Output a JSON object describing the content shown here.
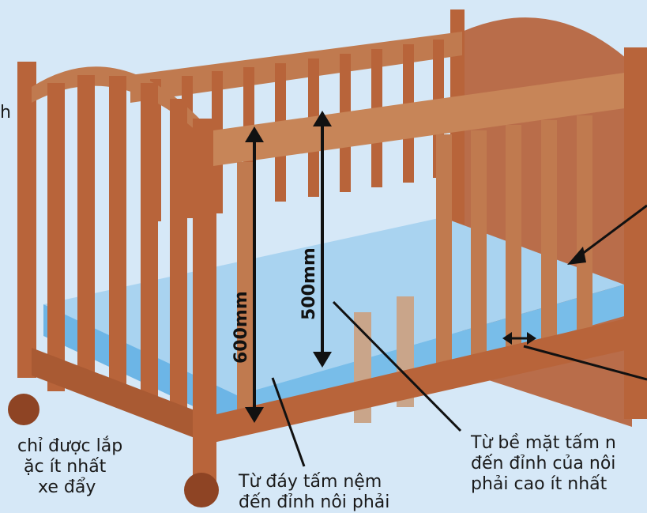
{
  "colors": {
    "background": "#d6e8f7",
    "wood": "#b8643a",
    "wood_light": "#c78558",
    "wood_dark": "#8e4424",
    "mattress_top": "#a9d3f0",
    "mattress_side": "#6cb5e6",
    "annotation": "#111111"
  },
  "dimensions": {
    "mattress_base_to_top": "600mm",
    "mattress_surface_to_top": "500mm"
  },
  "captions": {
    "left_partial": [
      "chỉ được lắp",
      "ặc ít nhất",
      "xe đẩy"
    ],
    "top_left_partial": "h",
    "from_mattress_base": [
      "Từ đáy tấm nệm",
      "đến đỉnh nôi phải"
    ],
    "from_mattress_surface": [
      "Từ bề mặt tấm n",
      "đến đỉnh của nôi",
      "phải cao ít nhất"
    ]
  }
}
